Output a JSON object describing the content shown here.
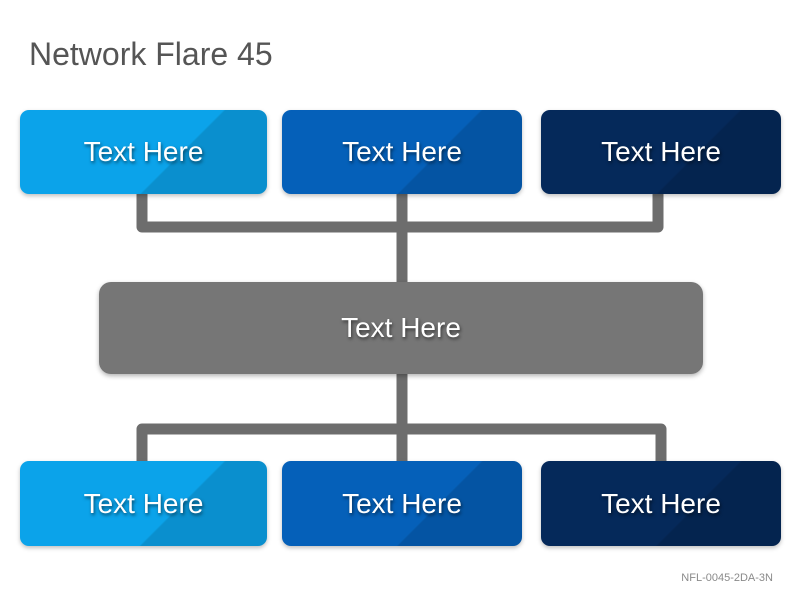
{
  "title": "Network Flare 45",
  "top_row": [
    {
      "label": "Text Here",
      "color": "#0ba3ea"
    },
    {
      "label": "Text Here",
      "color": "#0560b9"
    },
    {
      "label": "Text Here",
      "color": "#05295a"
    }
  ],
  "center": {
    "label": "Text Here",
    "color": "#767676"
  },
  "bottom_row": [
    {
      "label": "Text Here",
      "color": "#0ba3ea"
    },
    {
      "label": "Text Here",
      "color": "#0560b9"
    },
    {
      "label": "Text Here",
      "color": "#05295a"
    }
  ],
  "connector_color": "#6d6d6d",
  "product_code": "NFL-0045-2DA-3N"
}
